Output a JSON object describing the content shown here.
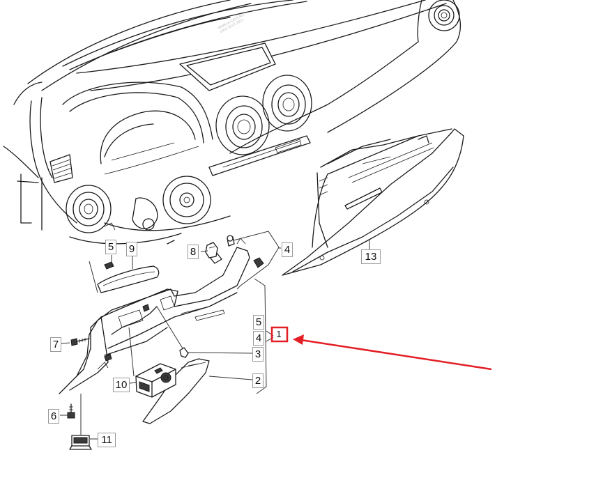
{
  "watermark": {
    "line1": "WWW.A-CATS.RU",
    "line2": "1652 10.07.2023"
  },
  "callouts": [
    {
      "id": "c5a",
      "text": "5"
    },
    {
      "id": "c9",
      "text": "9"
    },
    {
      "id": "c8",
      "text": "8"
    },
    {
      "id": "c4a",
      "text": "4"
    },
    {
      "id": "c13",
      "text": "13"
    },
    {
      "id": "c5b",
      "text": "5"
    },
    {
      "id": "c4b",
      "text": "4"
    },
    {
      "id": "c1",
      "text": "1"
    },
    {
      "id": "c3",
      "text": "3"
    },
    {
      "id": "c2",
      "text": "2"
    },
    {
      "id": "c7",
      "text": "7"
    },
    {
      "id": "c10",
      "text": "10"
    },
    {
      "id": "c6",
      "text": "6"
    },
    {
      "id": "c11",
      "text": "11"
    }
  ],
  "highlight": {
    "target": "1",
    "color": "#e31e24"
  },
  "icons": {
    "arrow": "arrow-left-icon"
  }
}
